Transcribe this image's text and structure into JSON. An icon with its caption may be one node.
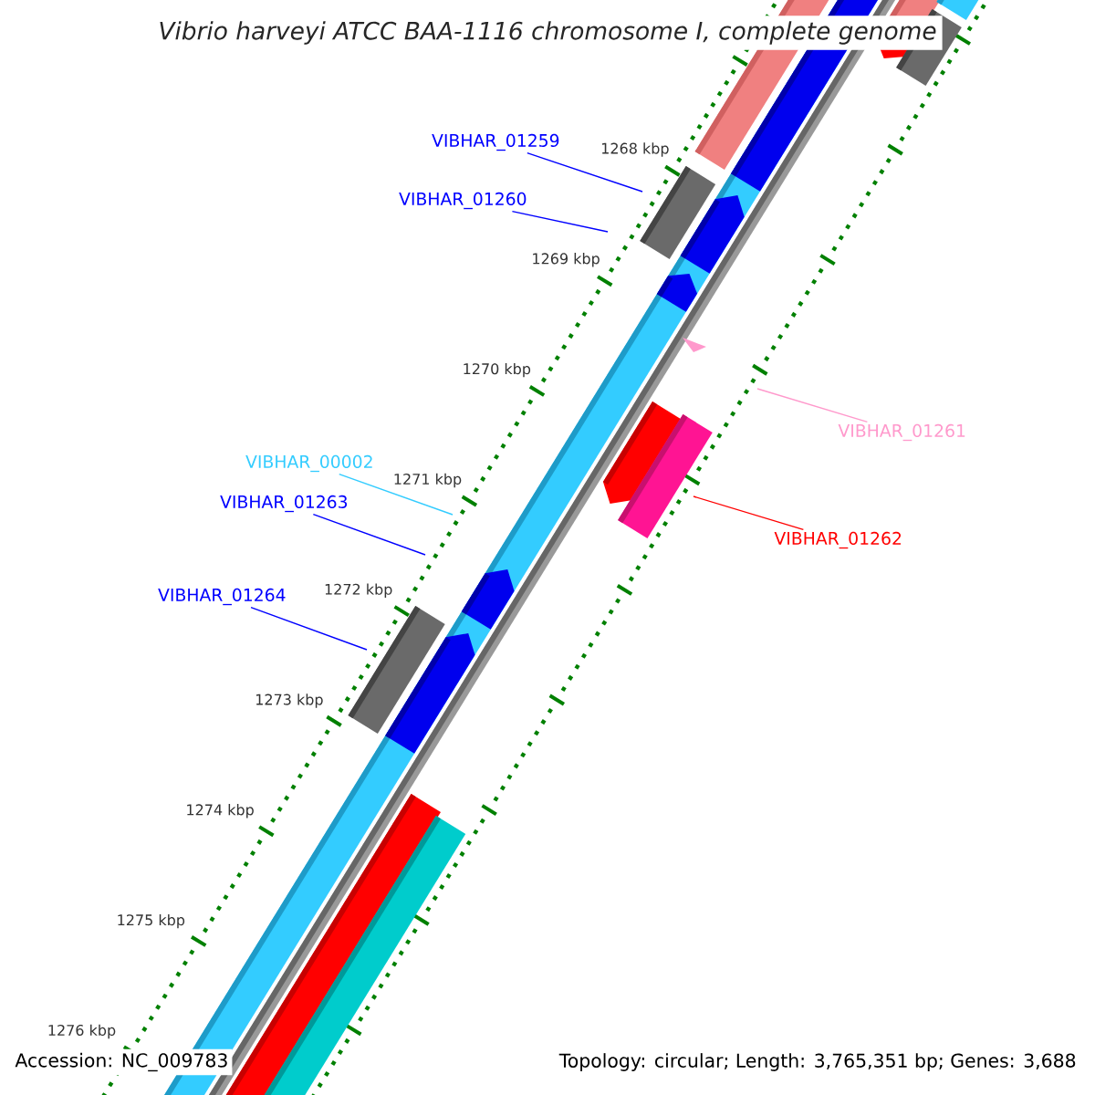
{
  "diagram": {
    "title": "Vibrio harveyi ATCC BAA-1116 chromosome I, complete genome",
    "nodes": [
      {
        "text": [
          "VIBHAR_01259"
        ]
      },
      {
        "text": [
          "VIBHAR_01260"
        ]
      },
      {
        "text": [
          "VIBHAR_01261"
        ]
      },
      {
        "text": [
          "VIBHAR_00002"
        ]
      },
      {
        "text": [
          "VIBHAR_01263"
        ]
      },
      {
        "text": [
          "VIBHAR_01262"
        ]
      },
      {
        "text": [
          "VIBHAR_01264"
        ]
      }
    ],
    "edges": [
      {
        "from": 0,
        "to": null,
        "arrow": "none"
      },
      {
        "from": 1,
        "to": null,
        "arrow": "none"
      },
      {
        "from": 2,
        "to": null,
        "arrow": "none",
        "color": "#ff99cc"
      },
      {
        "from": 3,
        "to": null,
        "arrow": "none",
        "color": "#33ccff"
      },
      {
        "from": 4,
        "to": null,
        "arrow": "none"
      },
      {
        "from": 5,
        "to": null,
        "arrow": "none",
        "color": "#ff0000"
      },
      {
        "from": 6,
        "to": null,
        "arrow": "none"
      }
    ],
    "labels": [
      "1268 kbp",
      "1269 kbp",
      "1270 kbp",
      "1271 kbp",
      "1272 kbp",
      "1273 kbp",
      "1274 kbp",
      "1275 kbp",
      "1276 kbp",
      "Accession: NC_009783",
      "Topology: circular; Length: 3,765,351 bp; Genes: 3,688"
    ]
  }
}
